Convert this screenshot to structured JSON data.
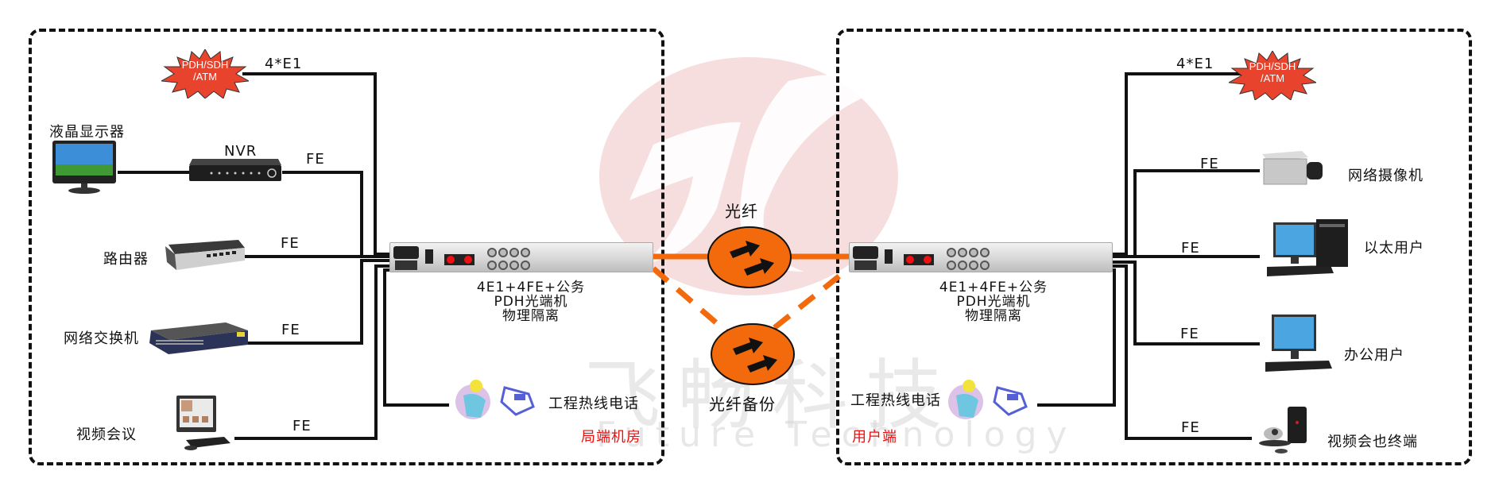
{
  "watermark": {
    "brand_cn": "飞畅科技",
    "brand_en": "Future Technology",
    "logo_color": "#f3d3d3"
  },
  "colors": {
    "fiber": "#f26a0c",
    "burst": "#e8432c",
    "label_red": "#e81010",
    "line": "#111111"
  },
  "left_site": {
    "label": "局端机房",
    "pdh_cloud": {
      "line1": "PDH/SDH",
      "line2": "/ATM",
      "link": "4*E1"
    },
    "devices": [
      {
        "name": "液晶显示器",
        "link": ""
      },
      {
        "name": "NVR",
        "link": "FE"
      },
      {
        "name": "路由器",
        "link": "FE"
      },
      {
        "name": "网络交换机",
        "link": "FE"
      },
      {
        "name": "视频会议",
        "link": "FE"
      }
    ],
    "phone": {
      "label": "工程热线电话"
    },
    "transceiver": {
      "line1": "4E1+4FE+公务",
      "line2": "PDH光端机",
      "line3": "物理隔离"
    }
  },
  "right_site": {
    "label": "用户端",
    "pdh_cloud": {
      "line1": "PDH/SDH",
      "line2": "/ATM",
      "link": "4*E1"
    },
    "devices": [
      {
        "name": "网络摄像机",
        "link": "FE"
      },
      {
        "name": "以太用户",
        "link": "FE"
      },
      {
        "name": "办公用户",
        "link": "FE"
      },
      {
        "name": "视频会也终端",
        "link": "FE"
      }
    ],
    "phone": {
      "label": "工程热线电话"
    },
    "transceiver": {
      "line1": "4E1+4FE+公务",
      "line2": "PDH光端机",
      "line3": "物理隔离"
    }
  },
  "links": {
    "primary": "光纤",
    "backup": "光纤备份"
  }
}
